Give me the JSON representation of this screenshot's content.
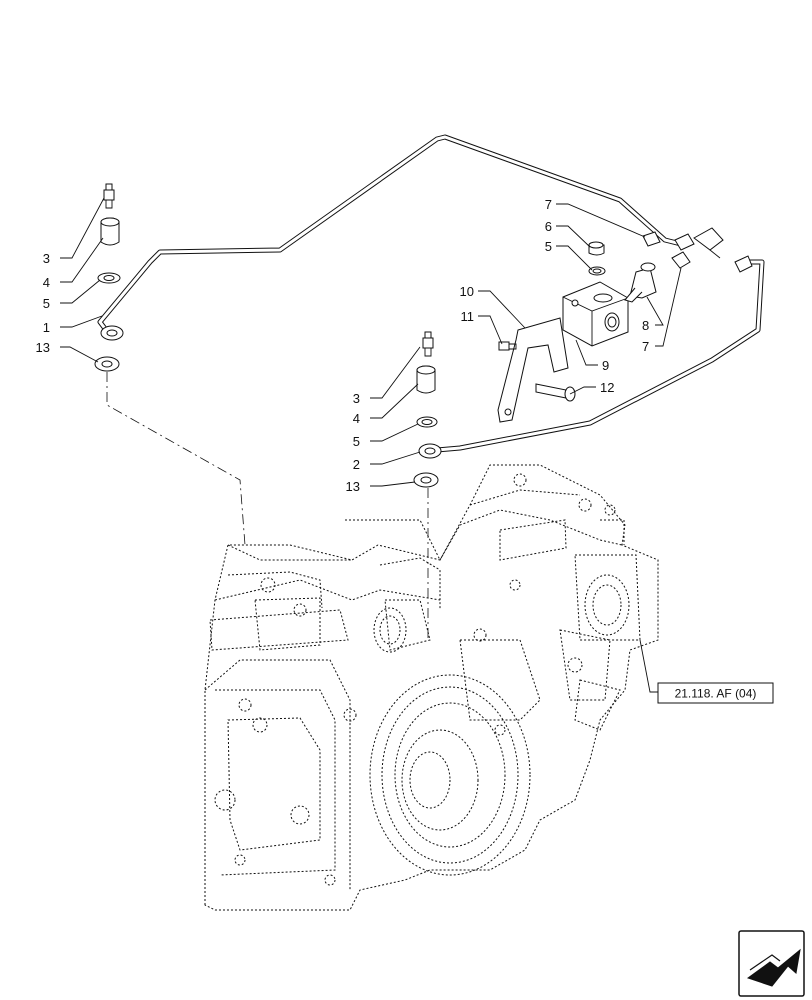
{
  "callouts": [
    {
      "id": "left-3",
      "label": "3"
    },
    {
      "id": "left-4",
      "label": "4"
    },
    {
      "id": "left-5",
      "label": "5"
    },
    {
      "id": "left-1",
      "label": "1"
    },
    {
      "id": "left-13",
      "label": "13"
    },
    {
      "id": "mid-3",
      "label": "3"
    },
    {
      "id": "mid-4",
      "label": "4"
    },
    {
      "id": "mid-5",
      "label": "5"
    },
    {
      "id": "mid-2",
      "label": "2"
    },
    {
      "id": "mid-13",
      "label": "13"
    },
    {
      "id": "valve-7a",
      "label": "7"
    },
    {
      "id": "valve-6",
      "label": "6"
    },
    {
      "id": "valve-5",
      "label": "5"
    },
    {
      "id": "valve-10",
      "label": "10"
    },
    {
      "id": "valve-11",
      "label": "11"
    },
    {
      "id": "valve-9",
      "label": "9"
    },
    {
      "id": "valve-12",
      "label": "12"
    },
    {
      "id": "valve-8",
      "label": "8"
    },
    {
      "id": "valve-7b",
      "label": "7"
    }
  ],
  "reference_box": {
    "text": "21.118. AF (04)"
  },
  "nav_icon": "arrow-icon"
}
